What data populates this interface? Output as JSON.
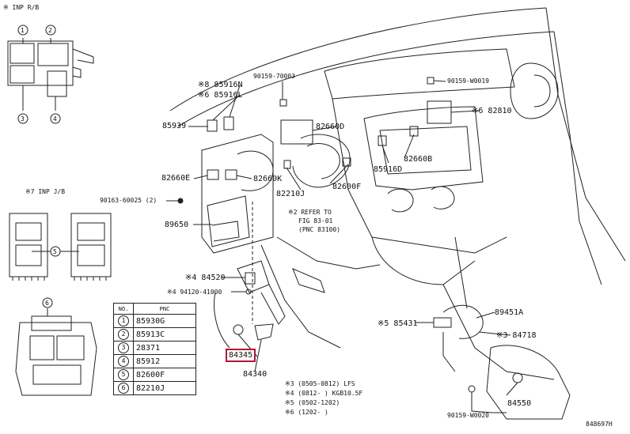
{
  "inset_top_left": {
    "title": "※ INP R/B",
    "callouts": [
      "1",
      "2",
      "3",
      "4"
    ]
  },
  "inset_mid_left": {
    "title": "※7 INP J/B",
    "callouts": [
      "5"
    ]
  },
  "inset_bottom_left": {
    "callouts": [
      "6"
    ]
  },
  "pnc_table": {
    "header_no": "NO.",
    "header_pnc": "PNC",
    "rows": [
      {
        "no": "1",
        "pnc": "85930G"
      },
      {
        "no": "2",
        "pnc": "85913C"
      },
      {
        "no": "3",
        "pnc": "28371"
      },
      {
        "no": "4",
        "pnc": "85912"
      },
      {
        "no": "5",
        "pnc": "82600F"
      },
      {
        "no": "6",
        "pnc": "82210J"
      }
    ]
  },
  "part_labels": {
    "p90159_70003": "90159-70003",
    "p85916n": "※8 85916N",
    "p85916l": "※6 85916L",
    "p85939": "85939",
    "p82660e": "82660E",
    "p90163": "90163-60025 (2)",
    "p89650": "89650",
    "p82660k": "82660K",
    "p82660d": "82660D",
    "p82210j": "82210J",
    "p82600f": "82600F",
    "refer1": "※2 REFER TO",
    "refer2": "FIG 83-01",
    "refer3": "(PNC 83100)",
    "p84520": "※4 84520",
    "p94120": "※4 94120-41000",
    "p84345": "84345",
    "p84340": "84340",
    "p90159_w0019": "90159-W0019",
    "p82810": "※6 82810",
    "p82660b": "82660B",
    "p85916d": "85916D",
    "p89451a": "89451A",
    "p85431": "※5 85431",
    "p84718": "※3 84718",
    "p84550": "84550",
    "p90159_w0020": "90159-W0020"
  },
  "notes": [
    "※3 (0505-0812) LFS",
    "※4 (0812-      ) KGB10.5F",
    "※5 (0502-1202)",
    "※6 (1202-      )"
  ],
  "figure_code": "848697H"
}
